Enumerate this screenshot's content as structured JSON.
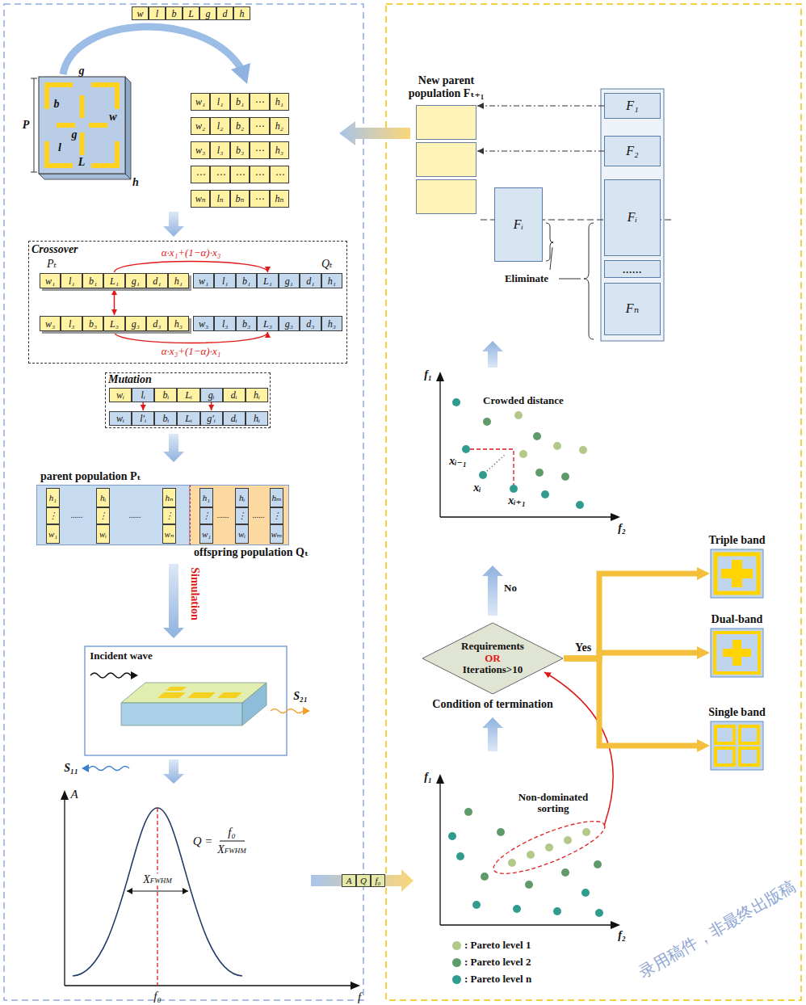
{
  "diagram": {
    "nodes": [
      {
        "text": [
          "w",
          "l",
          "b",
          "L",
          "g",
          "d",
          "h"
        ]
      },
      {
        "text": [
          "w₁",
          "l₁",
          "b₁",
          "⋯",
          "h₁"
        ]
      },
      {
        "text": [
          "w₂",
          "l₂",
          "b₂",
          "⋯",
          "h₂"
        ]
      },
      {
        "text": [
          "w₃",
          "l₃",
          "b₃",
          "⋯",
          "h₃"
        ]
      },
      {
        "text": [
          "⋯",
          "⋯",
          "⋯",
          "⋯",
          "⋯"
        ]
      },
      {
        "text": [
          "wₙ",
          "lₙ",
          "bₙ",
          "⋯",
          "hₙ"
        ]
      },
      {
        "text": [
          "Crossover",
          "Pₜ",
          "Qₜ"
        ]
      },
      {
        "text": [
          "w₁",
          "l₁",
          "b₁",
          "L₁",
          "g₁",
          "d₁",
          "h₁"
        ],
        "in": 6
      },
      {
        "text": [
          "w₁",
          "l₁",
          "b₁",
          "L₁",
          "g₁",
          "d₁",
          "h₁"
        ],
        "in": 6
      },
      {
        "text": [
          "w₃",
          "l₃",
          "b₃",
          "L₃",
          "g₃",
          "d₃",
          "h₃"
        ],
        "in": 6
      },
      {
        "text": [
          "w₃",
          "l₃",
          "b₃",
          "L₃",
          "g₃",
          "d₃",
          "h₃"
        ],
        "in": 6
      },
      {
        "text": [
          "Mutation"
        ]
      },
      {
        "text": [
          "wᵢ",
          "lᵢ",
          "bᵢ",
          "Lᵢ",
          "gᵢ",
          "dᵢ",
          "hᵢ"
        ],
        "in": 11
      },
      {
        "text": [
          "wᵢ",
          "l′ᵢ",
          "bᵢ",
          "Lᵢ",
          "g′ᵢ",
          "dᵢ",
          "hᵢ"
        ],
        "in": 11
      },
      {
        "text": [
          "parent population Pₜ"
        ]
      },
      {
        "text": [
          "h₁",
          "⋮",
          "w₁"
        ],
        "in": 14
      },
      {
        "text": [
          "hᵢ",
          "⋮",
          "wᵢ"
        ],
        "in": 14
      },
      {
        "text": [
          "hₙ",
          "⋮",
          "wₙ"
        ],
        "in": 14
      },
      {
        "text": [
          "offspring population Qₜ"
        ]
      },
      {
        "text": [
          "h₁",
          "⋮",
          "w₁"
        ],
        "in": 18
      },
      {
        "text": [
          "hᵢ",
          "⋮",
          "wᵢ"
        ],
        "in": 18
      },
      {
        "text": [
          "hₘ",
          "⋮",
          "wₘ"
        ],
        "in": 18
      },
      {
        "text": [
          "A",
          "Q",
          "f₀"
        ]
      },
      {
        "text": [
          "New parent population Fₜ₊₁"
        ]
      },
      {
        "text": [
          "F₁"
        ]
      },
      {
        "text": [
          "F₂"
        ]
      },
      {
        "text": [
          "Fᵢ"
        ]
      },
      {
        "text": [
          "......"
        ]
      },
      {
        "text": [
          "Fₙ"
        ]
      },
      {
        "text": [
          "Fᵢ"
        ]
      },
      {
        "text": [
          "Requirements",
          "OR",
          "Iterations>10",
          "Condition of termination"
        ]
      },
      {
        "text": [
          "Triple band"
        ]
      },
      {
        "text": [
          "Dual-band"
        ]
      },
      {
        "text": [
          "Single band"
        ]
      }
    ],
    "edges": [
      {
        "from": 7,
        "to": 8,
        "arrow": "to",
        "label": "α·x₁+(1−α)·x₃"
      },
      {
        "from": 9,
        "to": 10,
        "arrow": "to",
        "label": "α·x₃+(1−α)·x₁"
      },
      {
        "from": 7,
        "to": 9,
        "arrow": "both"
      },
      {
        "from": 12,
        "to": 13,
        "arrow": "to"
      },
      {
        "from": 12,
        "to": 13,
        "arrow": "to"
      },
      {
        "from": 24,
        "to": 23,
        "arrow": "to"
      },
      {
        "from": 25,
        "to": 23,
        "arrow": "to"
      },
      {
        "from": 30,
        "to": 31,
        "arrow": "to"
      },
      {
        "from": 30,
        "to": 32,
        "arrow": "to",
        "label": "Yes"
      },
      {
        "from": 30,
        "to": 33,
        "arrow": "to"
      }
    ],
    "labels": [
      "P",
      "g",
      "b",
      "g",
      "w",
      "l",
      "L",
      "h",
      "......",
      "......",
      "......",
      "......",
      "Simulation",
      "Incident wave",
      "S₁₁",
      "S₂₁",
      "A",
      "Q =",
      "f₀",
      "XFWHM",
      "XFWHM",
      "f₀",
      "f",
      "Eliminate",
      "f₁",
      "f₂",
      "Crowded distance",
      "xᵢ₋₁",
      "xᵢ",
      "xᵢ₊₁",
      "No",
      "f₁",
      "f₂",
      "Non-dominated sorting",
      "录用稿件，非最终出版稿"
    ],
    "legend": [
      {
        "text": ": Pareto level 1",
        "color": "#b3c98a"
      },
      {
        "text": ": Pareto level 2",
        "color": "#5f9b68"
      },
      {
        "text": ": Pareto level n",
        "color": "#2f9c8f"
      }
    ]
  }
}
